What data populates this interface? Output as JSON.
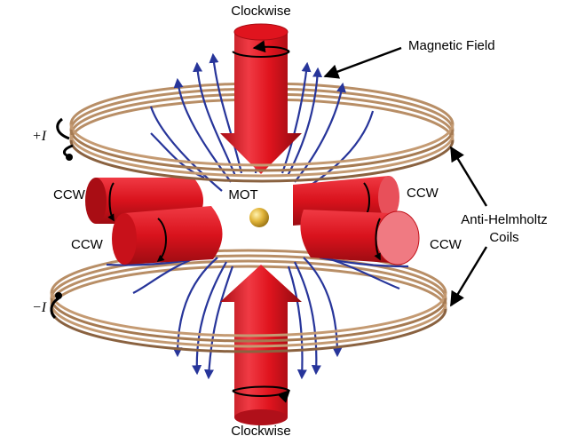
{
  "labels": {
    "top_beam": "Clockwise",
    "bottom_beam": "Clockwise",
    "magnetic_field": "Magnetic Field",
    "mot": "MOT",
    "coils_line1": "Anti-Helmholtz",
    "coils_line2": "Coils",
    "ccw_upper_left": "CCW",
    "ccw_lower_left": "CCW",
    "ccw_upper_right": "CCW",
    "ccw_lower_right": "CCW",
    "current_plus": "+I",
    "current_minus": "−I"
  },
  "colors": {
    "beam_red": "#e0141e",
    "beam_dark": "#a90d14",
    "beam_light": "#f2606a",
    "coil": "#b88e66",
    "coil_dark": "#7a5533",
    "field_line": "#27359a",
    "mot_gold": "#d4a62a"
  }
}
